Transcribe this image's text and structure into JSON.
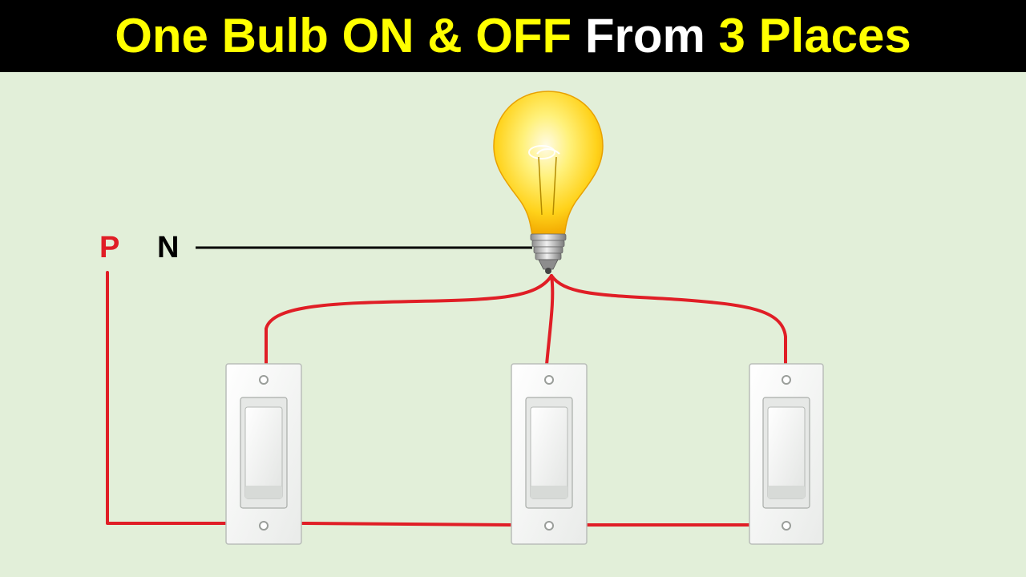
{
  "title": {
    "parts": [
      {
        "text": "One Bulb ON & OFF",
        "color": "yellow"
      },
      {
        "text": "From",
        "color": "white"
      },
      {
        "text": "3 Places",
        "color": "yellow"
      }
    ]
  },
  "labels": {
    "phase": "P",
    "neutral": "N"
  },
  "colors": {
    "phase_wire": "#e01e26",
    "neutral_wire": "#000000",
    "background": "#e2efd9",
    "title_yellow": "#ffff00",
    "title_white": "#ffffff",
    "title_bar": "#000000"
  },
  "components": {
    "bulb": "light-bulb-icon",
    "switch_count": 3
  }
}
